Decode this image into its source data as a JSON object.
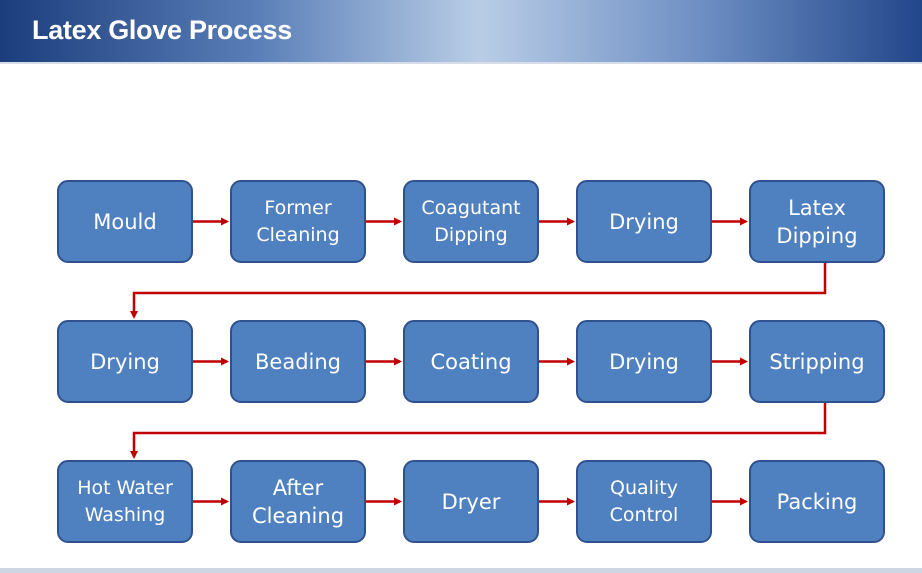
{
  "header": {
    "title": "Latex Glove Process"
  },
  "colors": {
    "box_fill": "#4f80bf",
    "box_border": "#2f528f",
    "arrow": "#c00000"
  },
  "steps": [
    {
      "id": "mould",
      "label": "Mould"
    },
    {
      "id": "former-cleaning",
      "label": "Former\nCleaning"
    },
    {
      "id": "coagutant-dipping",
      "label": "Coagutant\nDipping"
    },
    {
      "id": "drying-1",
      "label": "Drying"
    },
    {
      "id": "latex-dipping",
      "label": "Latex\nDipping"
    },
    {
      "id": "drying-2",
      "label": "Drying"
    },
    {
      "id": "beading",
      "label": "Beading"
    },
    {
      "id": "coating",
      "label": "Coating"
    },
    {
      "id": "drying-3",
      "label": "Drying"
    },
    {
      "id": "stripping",
      "label": "Stripping"
    },
    {
      "id": "hot-water-washing",
      "label": "Hot Water\nWashing"
    },
    {
      "id": "after-cleaning",
      "label": "After\nCleaning"
    },
    {
      "id": "dryer",
      "label": "Dryer"
    },
    {
      "id": "quality-control",
      "label": "Quality\nControl"
    },
    {
      "id": "packing",
      "label": "Packing"
    }
  ]
}
